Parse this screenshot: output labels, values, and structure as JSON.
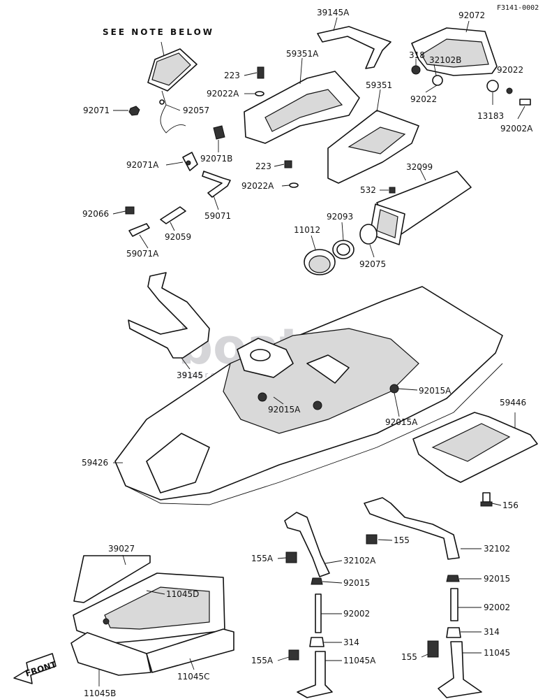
{
  "figure_code": "F3141-0002",
  "note": "SEE NOTE BELOW",
  "front_arrow_text": "FRONT",
  "watermark": {
    "main": "boatsp",
    "sub": "spare parts",
    "suffix": "gr"
  },
  "labels": {
    "p39145A": "39145A",
    "p92072": "92072",
    "p318": "318",
    "p32102B": "32102B",
    "p59351A": "59351A",
    "p223a": "223",
    "p92022Aa": "92022A",
    "p92022a": "92022",
    "p92022b": "92022",
    "p59351": "59351",
    "p13183": "13183",
    "p92002A": "92002A",
    "p92071": "92071",
    "p92057": "92057",
    "p92071B": "92071B",
    "p92071A": "92071A",
    "p223b": "223",
    "p92022Ab": "92022A",
    "p32099": "32099",
    "p532": "532",
    "p92066": "92066",
    "p59071": "59071",
    "p92059": "92059",
    "p59071A": "59071A",
    "p11012": "11012",
    "p92093": "92093",
    "p92075": "92075",
    "p39145": "39145",
    "p92015Aa": "92015A",
    "p92015Ab": "92015A",
    "p92015Ac": "92015A",
    "p59446": "59446",
    "p59426": "59426",
    "p156": "156",
    "p155a": "155",
    "p32102": "32102",
    "p39027": "39027",
    "p155A1": "155A",
    "p32102A": "32102A",
    "p92015a": "92015",
    "p92015b": "92015",
    "p11045D": "11045D",
    "p92002a": "92002",
    "p92002b": "92002",
    "p314a": "314",
    "p314b": "314",
    "p155A2": "155A",
    "p11045A": "11045A",
    "p155b": "155",
    "p11045": "11045",
    "p11045B": "11045B",
    "p11045C": "11045C"
  }
}
